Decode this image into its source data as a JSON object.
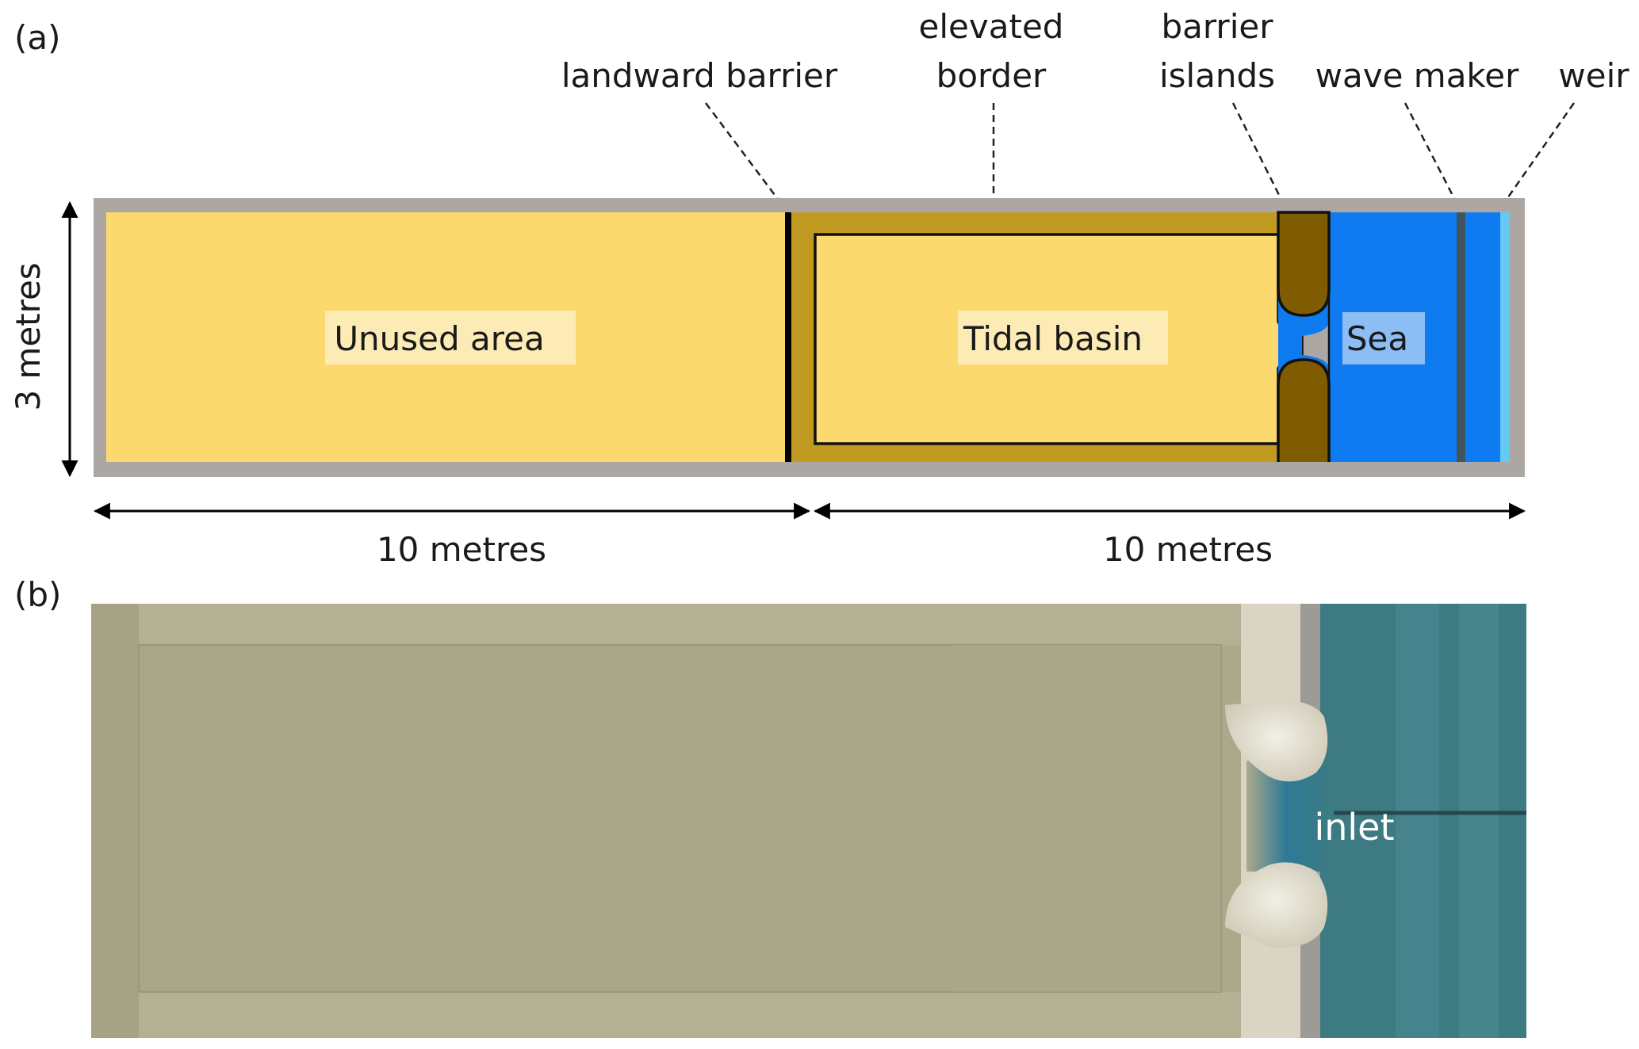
{
  "panel_a": {
    "panel_label": "(a)",
    "callouts": {
      "landward_barrier": "landward barrier",
      "elevated_border_line1": "elevated",
      "elevated_border_line2": "border",
      "barrier_islands_line1": "barrier",
      "barrier_islands_line2": "islands",
      "wave_maker": "wave maker",
      "weir": "weir"
    },
    "regions": {
      "unused_area": "Unused area",
      "tidal_basin": "Tidal basin",
      "sea": "Sea"
    },
    "dimensions": {
      "width_label": "3 metres",
      "left_length_label": "10 metres",
      "right_length_label": "10 metres"
    },
    "colors": {
      "frame": "#aaa5a2",
      "sand": "#fcd96e",
      "border": "#c19a21",
      "islands": "#7f5c02",
      "sea": "#0f7bf1",
      "weir": "#66c8f5",
      "wave_maker": "#40545c"
    }
  },
  "panel_b": {
    "panel_label": "(b)",
    "inlet_label": "inlet",
    "colors": {
      "sand": "#aca98b",
      "water": "#3e7a82",
      "islands": "#ddd8c8"
    }
  }
}
